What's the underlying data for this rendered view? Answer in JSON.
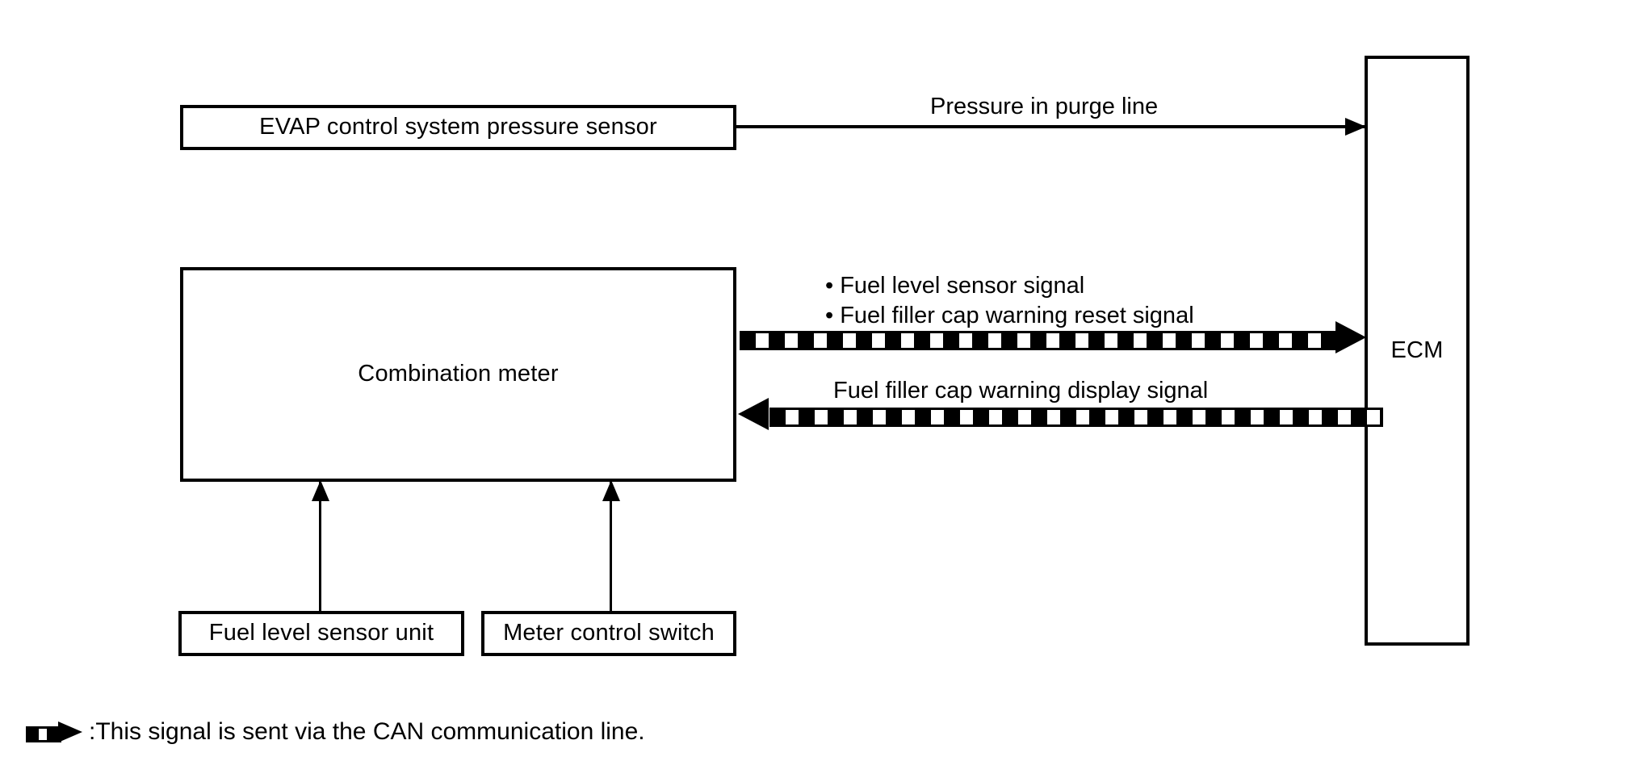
{
  "diagram": {
    "title": "EVAP / Combination meter — ECM signal flow",
    "colors": {
      "line": "#000000",
      "background": "#ffffff",
      "box_border": "#000000"
    },
    "blocks": {
      "evap_sensor": "EVAP control system pressure sensor",
      "combination_meter": "Combination meter",
      "ecm": "ECM",
      "fuel_level_sensor_unit": "Fuel level sensor unit",
      "meter_control_switch": "Meter control switch"
    },
    "signals": {
      "pressure_in_purge_line": "Pressure in purge line",
      "can_to_ecm": [
        "• Fuel level sensor signal",
        "• Fuel filler cap warning reset signal"
      ],
      "can_from_ecm": "Fuel filler cap warning display signal"
    },
    "legend": {
      "glyph": "can-line-arrow-icon",
      "text": ":This signal is sent via the CAN communication line."
    }
  }
}
